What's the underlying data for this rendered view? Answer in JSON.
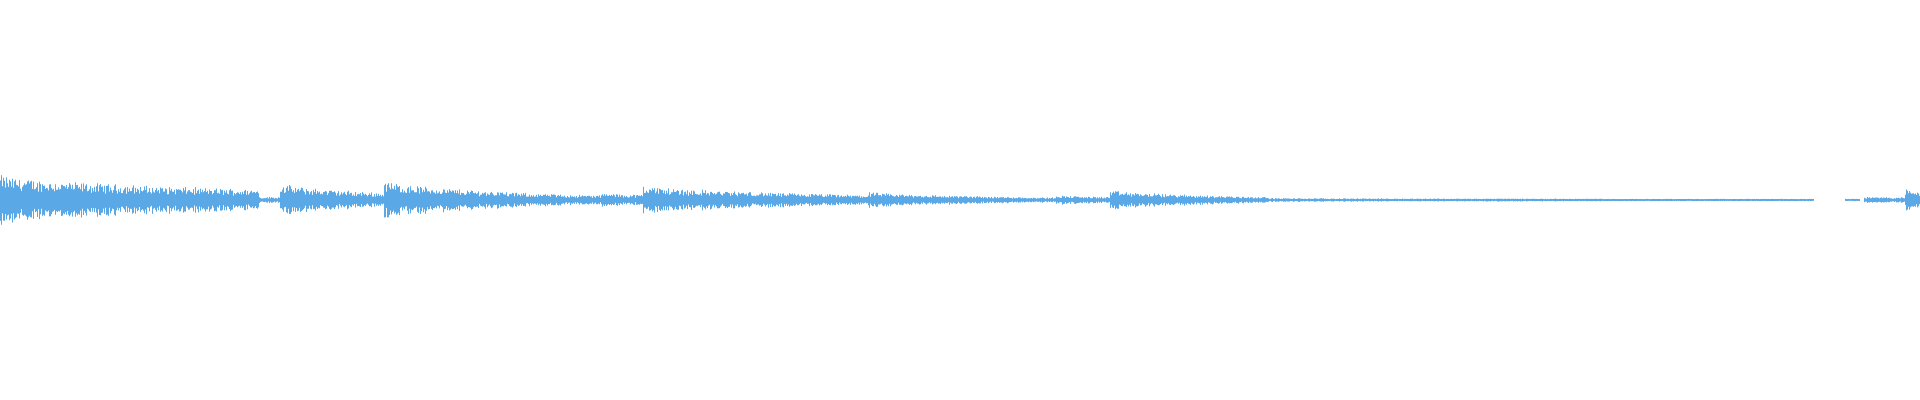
{
  "waveform": {
    "color": "#5aa9e6",
    "background": "#ffffff",
    "segments": [
      {
        "start": 0.0,
        "end": 0.135,
        "peak": 0.125,
        "decay": 0.6
      },
      {
        "start": 0.129,
        "end": 0.146,
        "peak": 0.015,
        "decay": 0.0
      },
      {
        "start": 0.146,
        "end": 0.2,
        "peak": 0.085,
        "decay": 0.6
      },
      {
        "start": 0.2,
        "end": 0.262,
        "peak": 0.1,
        "decay": 0.6
      },
      {
        "start": 0.259,
        "end": 0.314,
        "peak": 0.045,
        "decay": 0.5
      },
      {
        "start": 0.313,
        "end": 0.338,
        "peak": 0.035,
        "decay": 0.3
      },
      {
        "start": 0.335,
        "end": 0.455,
        "peak": 0.075,
        "decay": 0.7
      },
      {
        "start": 0.452,
        "end": 0.552,
        "peak": 0.04,
        "decay": 0.7
      },
      {
        "start": 0.55,
        "end": 0.578,
        "peak": 0.025,
        "decay": 0.4
      },
      {
        "start": 0.578,
        "end": 0.66,
        "peak": 0.05,
        "decay": 0.7
      },
      {
        "start": 0.66,
        "end": 0.78,
        "peak": 0.01,
        "decay": 0.3
      },
      {
        "start": 0.78,
        "end": 0.835,
        "peak": 0.008,
        "decay": 0.2
      },
      {
        "start": 0.835,
        "end": 0.862,
        "peak": 0.004,
        "decay": 0.0
      },
      {
        "start": 0.862,
        "end": 0.945,
        "peak": 0.004,
        "decay": 0.0
      },
      {
        "start": 0.961,
        "end": 0.969,
        "peak": 0.003,
        "decay": 0.0
      },
      {
        "start": 0.971,
        "end": 0.992,
        "peak": 0.015,
        "decay": 0.1
      },
      {
        "start": 0.992,
        "end": 1.0,
        "peak": 0.055,
        "decay": 0.2
      }
    ]
  }
}
